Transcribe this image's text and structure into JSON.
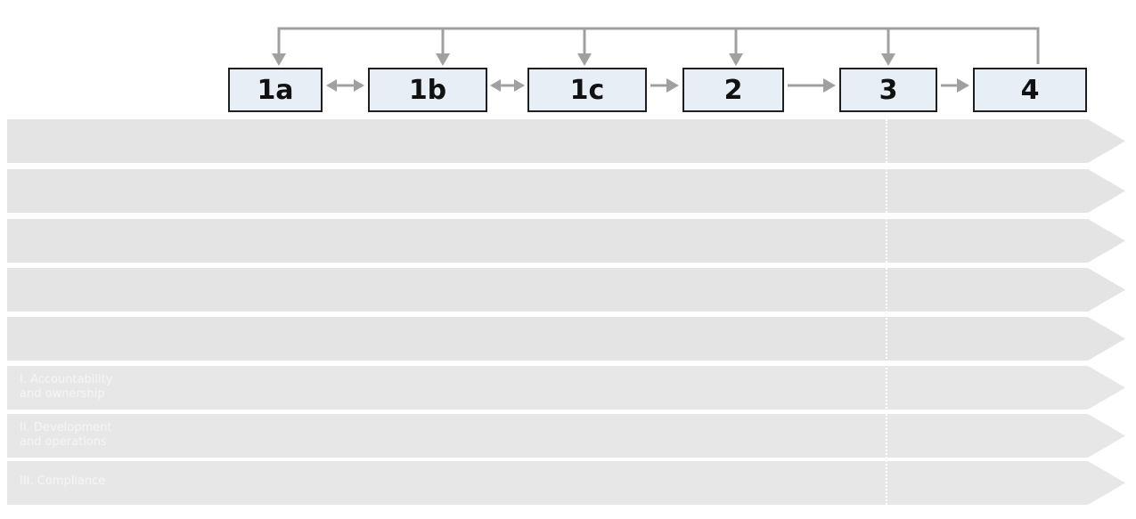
{
  "steps": [
    {
      "id": "1a",
      "label": "1a"
    },
    {
      "id": "1b",
      "label": "1b"
    },
    {
      "id": "1c",
      "label": "1c"
    },
    {
      "id": "2",
      "label": "2"
    },
    {
      "id": "3",
      "label": "3"
    },
    {
      "id": "4",
      "label": "4"
    }
  ],
  "connectors": [
    {
      "from": "1a",
      "to": "1b",
      "type": "bidirectional"
    },
    {
      "from": "1b",
      "to": "1c",
      "type": "bidirectional"
    },
    {
      "from": "1c",
      "to": "2",
      "type": "forward"
    },
    {
      "from": "2",
      "to": "3",
      "type": "forward"
    },
    {
      "from": "3",
      "to": "4",
      "type": "forward"
    },
    {
      "from": "4",
      "to": [
        "1a",
        "1b",
        "1c",
        "2",
        "3"
      ],
      "type": "feedback-loop"
    }
  ],
  "lanes": [
    {
      "label": ""
    },
    {
      "label": ""
    },
    {
      "label": ""
    },
    {
      "label": ""
    },
    {
      "label": ""
    },
    {
      "label": "I. Accountability\nand ownership"
    },
    {
      "label": "II. Development\nand operations"
    },
    {
      "label": "III. Compliance"
    }
  ],
  "colors": {
    "box_fill": "#e8eef6",
    "box_border": "#1f1f1f",
    "arrow": "#a0a0a0",
    "lane_fill": "#e4e4e4",
    "lane_text": "#f5f5f5"
  }
}
